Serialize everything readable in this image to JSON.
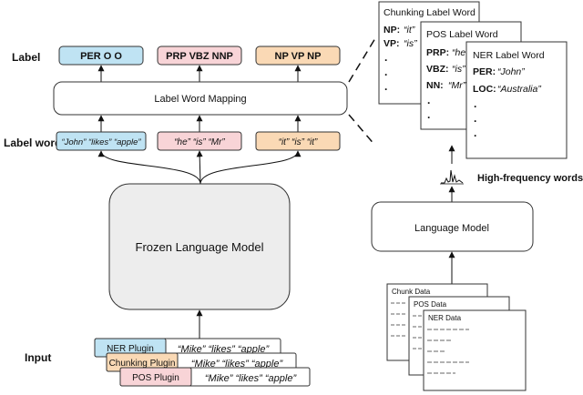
{
  "left": {
    "label_row_title": "Label",
    "label_word_row_title": "Label word",
    "input_row_title": "Input",
    "labels": [
      {
        "text": "PER O O",
        "color": "#bfe3f3"
      },
      {
        "text": "PRP VBZ NNP",
        "color": "#f8d4d7"
      },
      {
        "text": "NP VP NP",
        "color": "#fad9b5"
      }
    ],
    "label_word_mapping": "Label Word Mapping",
    "label_words": [
      {
        "text": "“John” “likes” “apple”",
        "color": "#bfe3f3"
      },
      {
        "text": "“he”  “is”  “Mr”",
        "color": "#f8d4d7"
      },
      {
        "text": "“it”  “is”  “it”",
        "color": "#fad9b5"
      }
    ],
    "frozen_model": "Frozen Language Model",
    "plugins": [
      {
        "name": "NER Plugin",
        "sentence": "“Mike” “likes” “apple”",
        "color": "#bfe3f3"
      },
      {
        "name": "Chunking Plugin",
        "sentence": "“Mike” “likes” “apple”",
        "color": "#fad9b5"
      },
      {
        "name": "POS  Plugin",
        "sentence": "“Mike” “likes” “apple”",
        "color": "#f8d4d7"
      }
    ]
  },
  "right": {
    "chunking_card": {
      "title": "Chunking Label Word",
      "rows": [
        {
          "key": "NP:",
          "value": "“it”"
        },
        {
          "key": "VP:",
          "value": "“is”"
        }
      ]
    },
    "pos_card": {
      "title": "POS Label Word",
      "rows": [
        {
          "key": "PRP:",
          "value": "“he”"
        },
        {
          "key": "VBZ:",
          "value": "“is”"
        },
        {
          "key": "NN:",
          "value": "“Mr”"
        }
      ]
    },
    "ner_card": {
      "title": "NER Label Word",
      "rows": [
        {
          "key": "PER:",
          "value": "“John”"
        },
        {
          "key": "LOC:",
          "value": "“Australia”"
        }
      ]
    },
    "dot": ".",
    "high_freq_label": "High-frequency words",
    "language_model": "Language Model",
    "data_cards": [
      {
        "title": "Chunk Data"
      },
      {
        "title": "POS Data"
      },
      {
        "title": "NER Data"
      }
    ]
  }
}
